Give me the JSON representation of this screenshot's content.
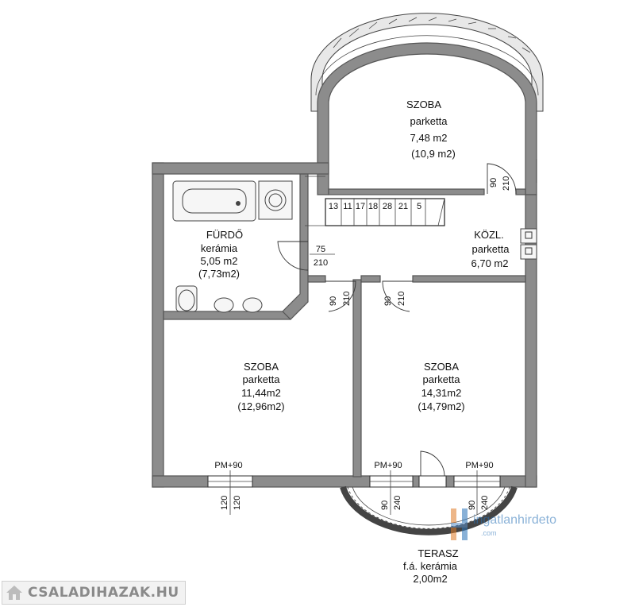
{
  "rooms": {
    "szoba_top": {
      "name": "SZOBA",
      "floor": "parketta",
      "area": "7,48 m2",
      "gross": "(10,9 m2)"
    },
    "furdo": {
      "name": "FÜRDŐ",
      "floor": "kerámia",
      "area": "5,05 m2",
      "gross": "(7,73m2)"
    },
    "kozl": {
      "name": "KÖZL.",
      "floor": "parketta",
      "area": "6,70 m2"
    },
    "szoba_left": {
      "name": "SZOBA",
      "floor": "parketta",
      "area": "11,44m2",
      "gross": "(12,96m2)"
    },
    "szoba_right": {
      "name": "SZOBA",
      "floor": "parketta",
      "area": "14,31m2",
      "gross": "(14,79m2)"
    },
    "terasz": {
      "name": "TERASZ",
      "floor": "f.á. kerámia",
      "area": "2,00m2"
    }
  },
  "stairs": [
    "13",
    "11",
    "17",
    "18",
    "28",
    "21",
    "5"
  ],
  "dimensions": {
    "door_top_w": "90",
    "door_top_h": "210",
    "door_bath_w": "75",
    "door_bath_h": "210",
    "door_left_w": "90",
    "door_left_h": "210",
    "door_right_w": "90",
    "door_right_h": "210",
    "win_left_label": "PM+90",
    "win_left_w": "120",
    "win_left_h": "120",
    "win_mid_label": "PM+90",
    "win_mid_w": "90",
    "win_mid_h": "240",
    "win_right_label": "PM+90",
    "win_right_w": "90",
    "win_right_h": "240"
  },
  "watermark": {
    "text": "ingatlanhirdeto",
    "sub": ".com"
  },
  "footer": {
    "brand": "CSALADIHAZAK.HU"
  },
  "colors": {
    "wall": "#8c8c8c",
    "watermark": "#2a73b8",
    "brand": "#8a8a8a"
  }
}
